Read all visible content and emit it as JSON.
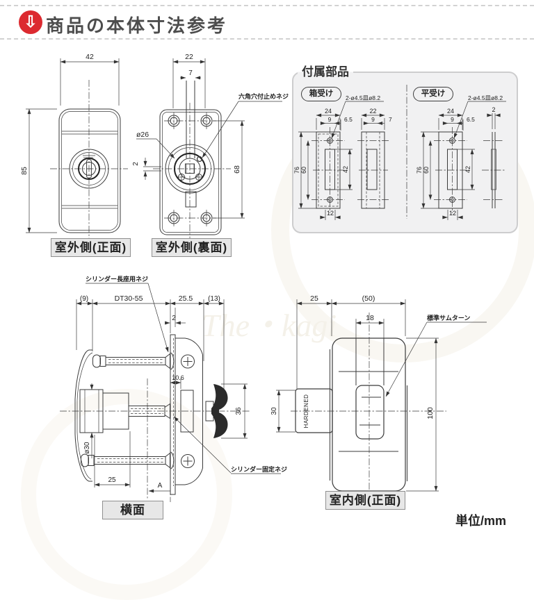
{
  "header": {
    "icon": "down-arrow",
    "icon_glyph": "⇩",
    "title": "商品の本体寸法参考"
  },
  "watermark": {
    "text": "The・kagi"
  },
  "unit_note": "単位/mm",
  "front_view": {
    "caption": "室外側(正面)",
    "dim_width": "42",
    "dim_height": "85"
  },
  "rear_view": {
    "caption": "室外側(裏面)",
    "dim_hole_span_w": "22",
    "dim_spindle_w": "7",
    "dim_cylinder_dia": "ø26",
    "dim_standoff": "2",
    "dim_hole_span_h": "68",
    "callout_set_screw": "六角穴付止めネジ"
  },
  "accessories": {
    "title": "付属部品",
    "box_receiver": {
      "label": "箱受け",
      "hole_note": "2-ø4.5皿ø8.2",
      "front": {
        "dim_width": "24",
        "dim_screw_offset": "9",
        "dim_edge_offset": "6.5",
        "dim_height": "76",
        "dim_screw_span": "60",
        "dim_slot_height": "42",
        "dim_slot_width": "12"
      },
      "side": {
        "dim_width": "22",
        "dim_screw_offset": "9",
        "dim_depth": "7"
      }
    },
    "flat_receiver": {
      "label": "平受け",
      "hole_note": "2-ø4.5皿ø8.2",
      "front": {
        "dim_width": "24",
        "dim_screw_offset": "9",
        "dim_edge_offset": "6.5",
        "dim_height": "76",
        "dim_screw_span": "60",
        "dim_slot_height": "42",
        "dim_slot_width": "12"
      },
      "side": {
        "dim_thickness": "2"
      }
    }
  },
  "side_view": {
    "caption": "横面",
    "callout_long_seat_screw": "シリンダー長座用ネジ",
    "callout_fixing_screw": "シリンダー固定ネジ",
    "dim_escutcheon": "(9)",
    "dim_door_thickness": "DT30-55",
    "dim_case_depth": "25.5",
    "dim_thumbturn_depth": "(13)",
    "dim_front_gap": "2",
    "dim_offset": "10.6",
    "dim_thumbturn_height": "36",
    "dim_cylinder_dia": "ø30",
    "dim_cylinder_len": "25",
    "dim_adjust": "A"
  },
  "interior_view": {
    "caption": "室内側(正面)",
    "callout_thumbturn": "標準サムターン",
    "engraving": "HARDENED",
    "dim_tab_width": "25",
    "dim_body_width": "(50)",
    "dim_seat_width": "18",
    "dim_tab_height": "30",
    "dim_body_height": "100"
  }
}
